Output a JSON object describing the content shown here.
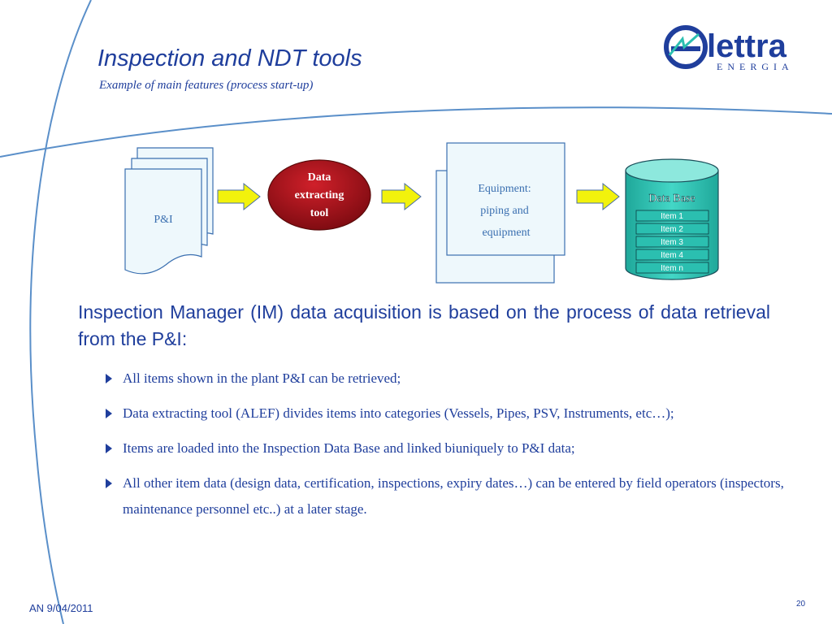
{
  "slide": {
    "title": "Inspection and NDT tools",
    "subtitle": "Example of main features (process start-up)"
  },
  "logo": {
    "wordmark": "lettra",
    "tagline": "ENERGIA"
  },
  "diagram": {
    "pid_label": "P&I",
    "tool_label_lines": [
      "Data",
      "extracting",
      "tool"
    ],
    "equipment_label_lines": [
      "Equipment:",
      "piping and",
      "equipment"
    ],
    "database_title": "Data Base",
    "database_items": [
      "Item 1",
      "Item 2",
      "Item 3",
      "Item 4",
      "Item n"
    ]
  },
  "body": {
    "lead": "Inspection Manager (IM) data acquisition is based on the process of data retrieval from the P&I:",
    "bullets": [
      "All items shown in the plant P&I can be retrieved;",
      "Data extracting tool (ALEF) divides items into categories (Vessels, Pipes, PSV, Instruments, etc…);",
      "Items are loaded into the Inspection Data Base and linked biuniquely to P&I data;",
      "All other item data (design data, certification, inspections, expiry dates…) can be entered by field operators (inspectors, maintenance personnel etc..) at a later stage."
    ]
  },
  "footer": {
    "left": "AN  9/04/2011",
    "page_number": "20"
  },
  "colors": {
    "text_blue": "#1f3e9c",
    "tool_red": "#a3101a",
    "arrow_yellow": "#f2f20c",
    "db_teal": "#2bbfb0",
    "doc_fill": "#eef8fc",
    "doc_stroke": "#3a6fb0"
  }
}
